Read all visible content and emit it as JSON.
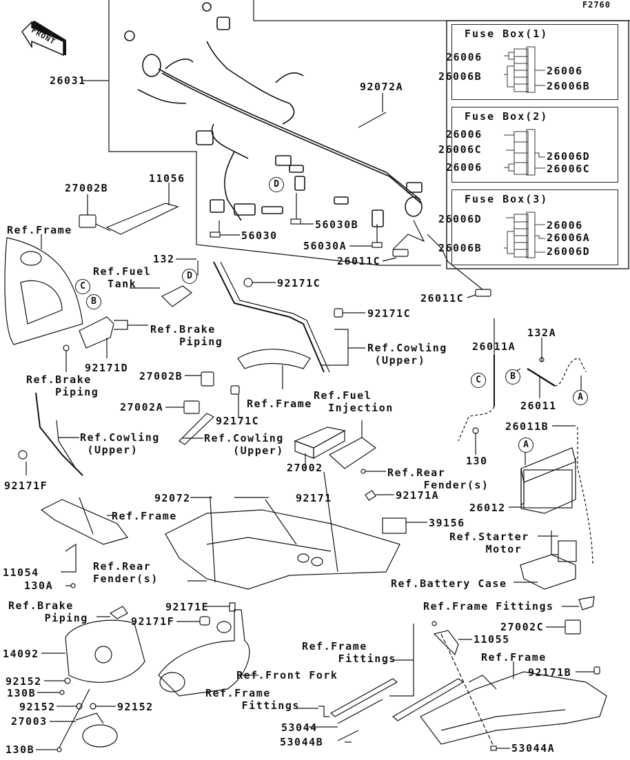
{
  "figure_id": "F2760",
  "front_arrow_label": "FRONT",
  "fuse_boxes": [
    {
      "title": "Fuse Box(1)",
      "left_labels": [
        "26006",
        "26006B"
      ],
      "right_labels": [
        "26006",
        "26006B"
      ]
    },
    {
      "title": "Fuse Box(2)",
      "left_labels": [
        "26006",
        "26006C",
        "26006"
      ],
      "right_labels": [
        "26006D",
        "26006C"
      ]
    },
    {
      "title": "Fuse Box(3)",
      "left_labels": [
        "26006D",
        "26006B"
      ],
      "right_labels": [
        "26006",
        "26006A",
        "26006D"
      ]
    }
  ],
  "callouts": {
    "c26031": "26031",
    "c92072A": "92072A",
    "c27002B_top": "27002B",
    "c11056": "11056",
    "c56030": "56030",
    "c56030B": "56030B",
    "c56030A": "56030A",
    "c26011C_a": "26011C",
    "c26011C_b": "26011C",
    "refFrame1": "Ref.Frame",
    "c132": "132",
    "refFuelTank": "Ref.Fuel\n  Tank",
    "c92171C_a": "92171C",
    "c92171C_b": "92171C",
    "refBrakePiping1": "Ref.Brake\n    Piping",
    "c92171D": "92171D",
    "refBrakePiping2": "Ref.Brake\n    Piping",
    "refCowlingUpper1": "Ref.Cowling\n (Upper)",
    "c27002B_mid": "27002B",
    "refFrame2": "Ref.Frame",
    "refFuelInjection": "Ref.Fuel\n  Injection",
    "c27002A": "27002A",
    "c92171C_c": "92171C",
    "refCowlingUpper2": "Ref.Cowling\n (Upper)",
    "refCowlingUpper3": "Ref.Cowling\n    (Upper)",
    "c92171F_a": "92171F",
    "c27002": "27002",
    "refRearFender1": "Ref.Rear\n     Fender(s)",
    "c26011A": "26011A",
    "c132A": "132A",
    "c26011": "26011",
    "c26011B": "26011B",
    "c130": "130",
    "c26012": "26012",
    "c92072": "92072",
    "c92171": "92171",
    "c92171A": "92171A",
    "c39156": "39156",
    "refStarterMotor": "Ref.Starter\n     Motor",
    "refFrame3": "Ref.Frame",
    "refBatteryCase": "Ref.Battery Case",
    "c11054": "11054",
    "c130A": "130A",
    "refRearFender2": "Ref.Rear\nFender(s)",
    "refBrakePiping3": "Ref.Brake\n     Piping",
    "c92171E": "92171E",
    "c92171F_b": "92171F",
    "refFrameFittings1": "Ref.Frame Fittings",
    "c27002C": "27002C",
    "c11055": "11055",
    "refFrameFittings2": "Ref.Frame\n     Fittings",
    "refFrame4": "Ref.Frame",
    "c92171B": "92171B",
    "c14092": "14092",
    "refFrontFork": "Ref.Front Fork",
    "c92152_a": "92152",
    "c130B_a": "130B",
    "c92152_b": "92152",
    "c92152_c": "92152",
    "refFrameFittings3": "Ref.Frame\n     Fittings",
    "c27003": "27003",
    "c53044": "53044",
    "c53044B": "53044B",
    "c130B_b": "130B",
    "c53044A": "53044A"
  },
  "circle_markers": {
    "D_harness": "D",
    "D_tank": "D",
    "C_frame": "C",
    "B_frame": "B",
    "C_cable": "C",
    "B_cable": "B",
    "A_cable": "A",
    "A_battery": "A"
  }
}
